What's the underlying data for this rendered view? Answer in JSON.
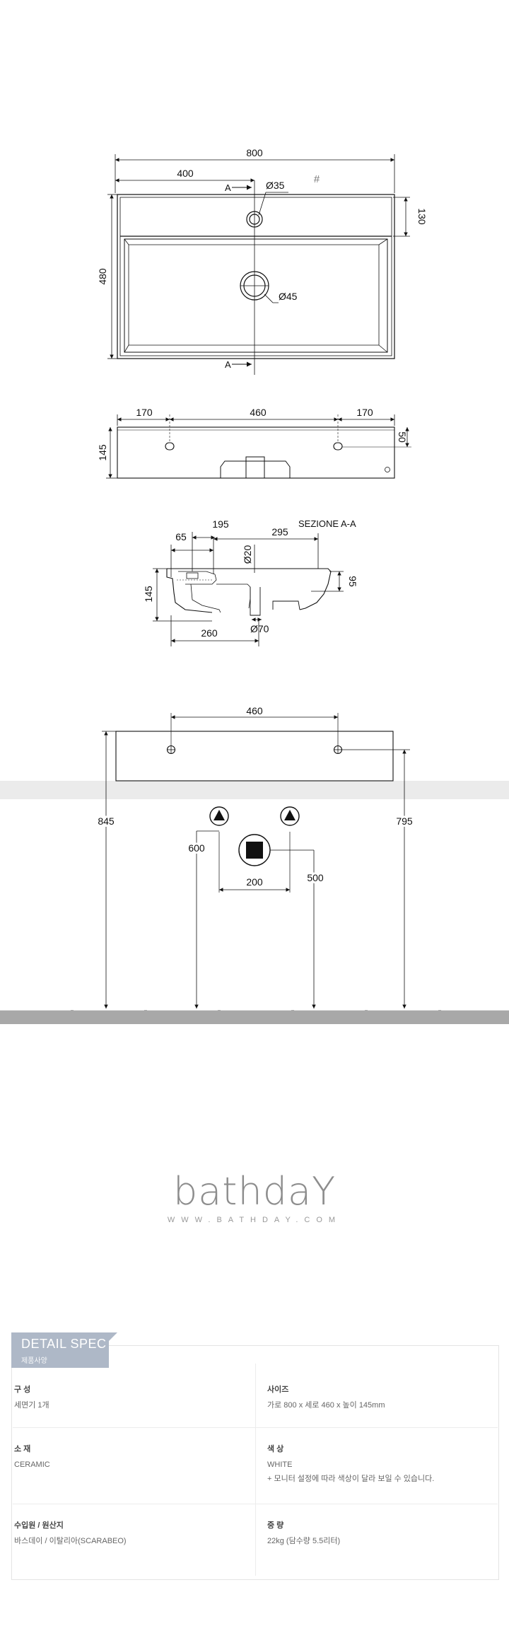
{
  "drawings": {
    "top_view": {
      "width": "800",
      "half_width": "400",
      "depth": "480",
      "deck_depth": "130",
      "tap_hole": "Ø35",
      "drain": "Ø45",
      "section_mark_top": "A",
      "section_mark_bottom": "A",
      "hash": "#"
    },
    "front_view": {
      "left": "170",
      "middle": "460",
      "right": "170",
      "height": "145",
      "hole_height": "50"
    },
    "section": {
      "title": "SEZIONE A-A",
      "d65": "65",
      "d195": "195",
      "d295": "295",
      "d20": "Ø20",
      "d145": "145",
      "d95": "95",
      "d70": "Ø70",
      "d260": "260"
    },
    "install": {
      "span": "460",
      "h845": "845",
      "h795": "795",
      "h600": "600",
      "h500": "500",
      "w200": "200"
    }
  },
  "brand": {
    "logo": "bathdaY",
    "url": "WWW.BATHDAY.COM"
  },
  "spec": {
    "tag_title": "DETAIL SPEC",
    "tag_subtitle": "제품사양",
    "items": [
      {
        "label": "구 성",
        "value": "세면기 1개"
      },
      {
        "label": "사이즈",
        "value": "가로 800 x 세로 460 x 높이 145mm"
      },
      {
        "label": "소 재",
        "value": "CERAMIC"
      },
      {
        "label": "색 상",
        "value": "WHITE",
        "note": "+ 모니터 설정에 따라 색상이 달라 보일 수 있습니다."
      },
      {
        "label": "수입원 / 원산지",
        "value": "바스데이 / 이탈리아(SCARABEO)"
      },
      {
        "label": "중 량",
        "value": "22kg  (담수량 5.5리터)"
      }
    ]
  },
  "colors": {
    "floor": "#a8a8a8",
    "band": "#ebebeb",
    "tag": "#aeb8c7",
    "logo": "#8d8d8d"
  }
}
